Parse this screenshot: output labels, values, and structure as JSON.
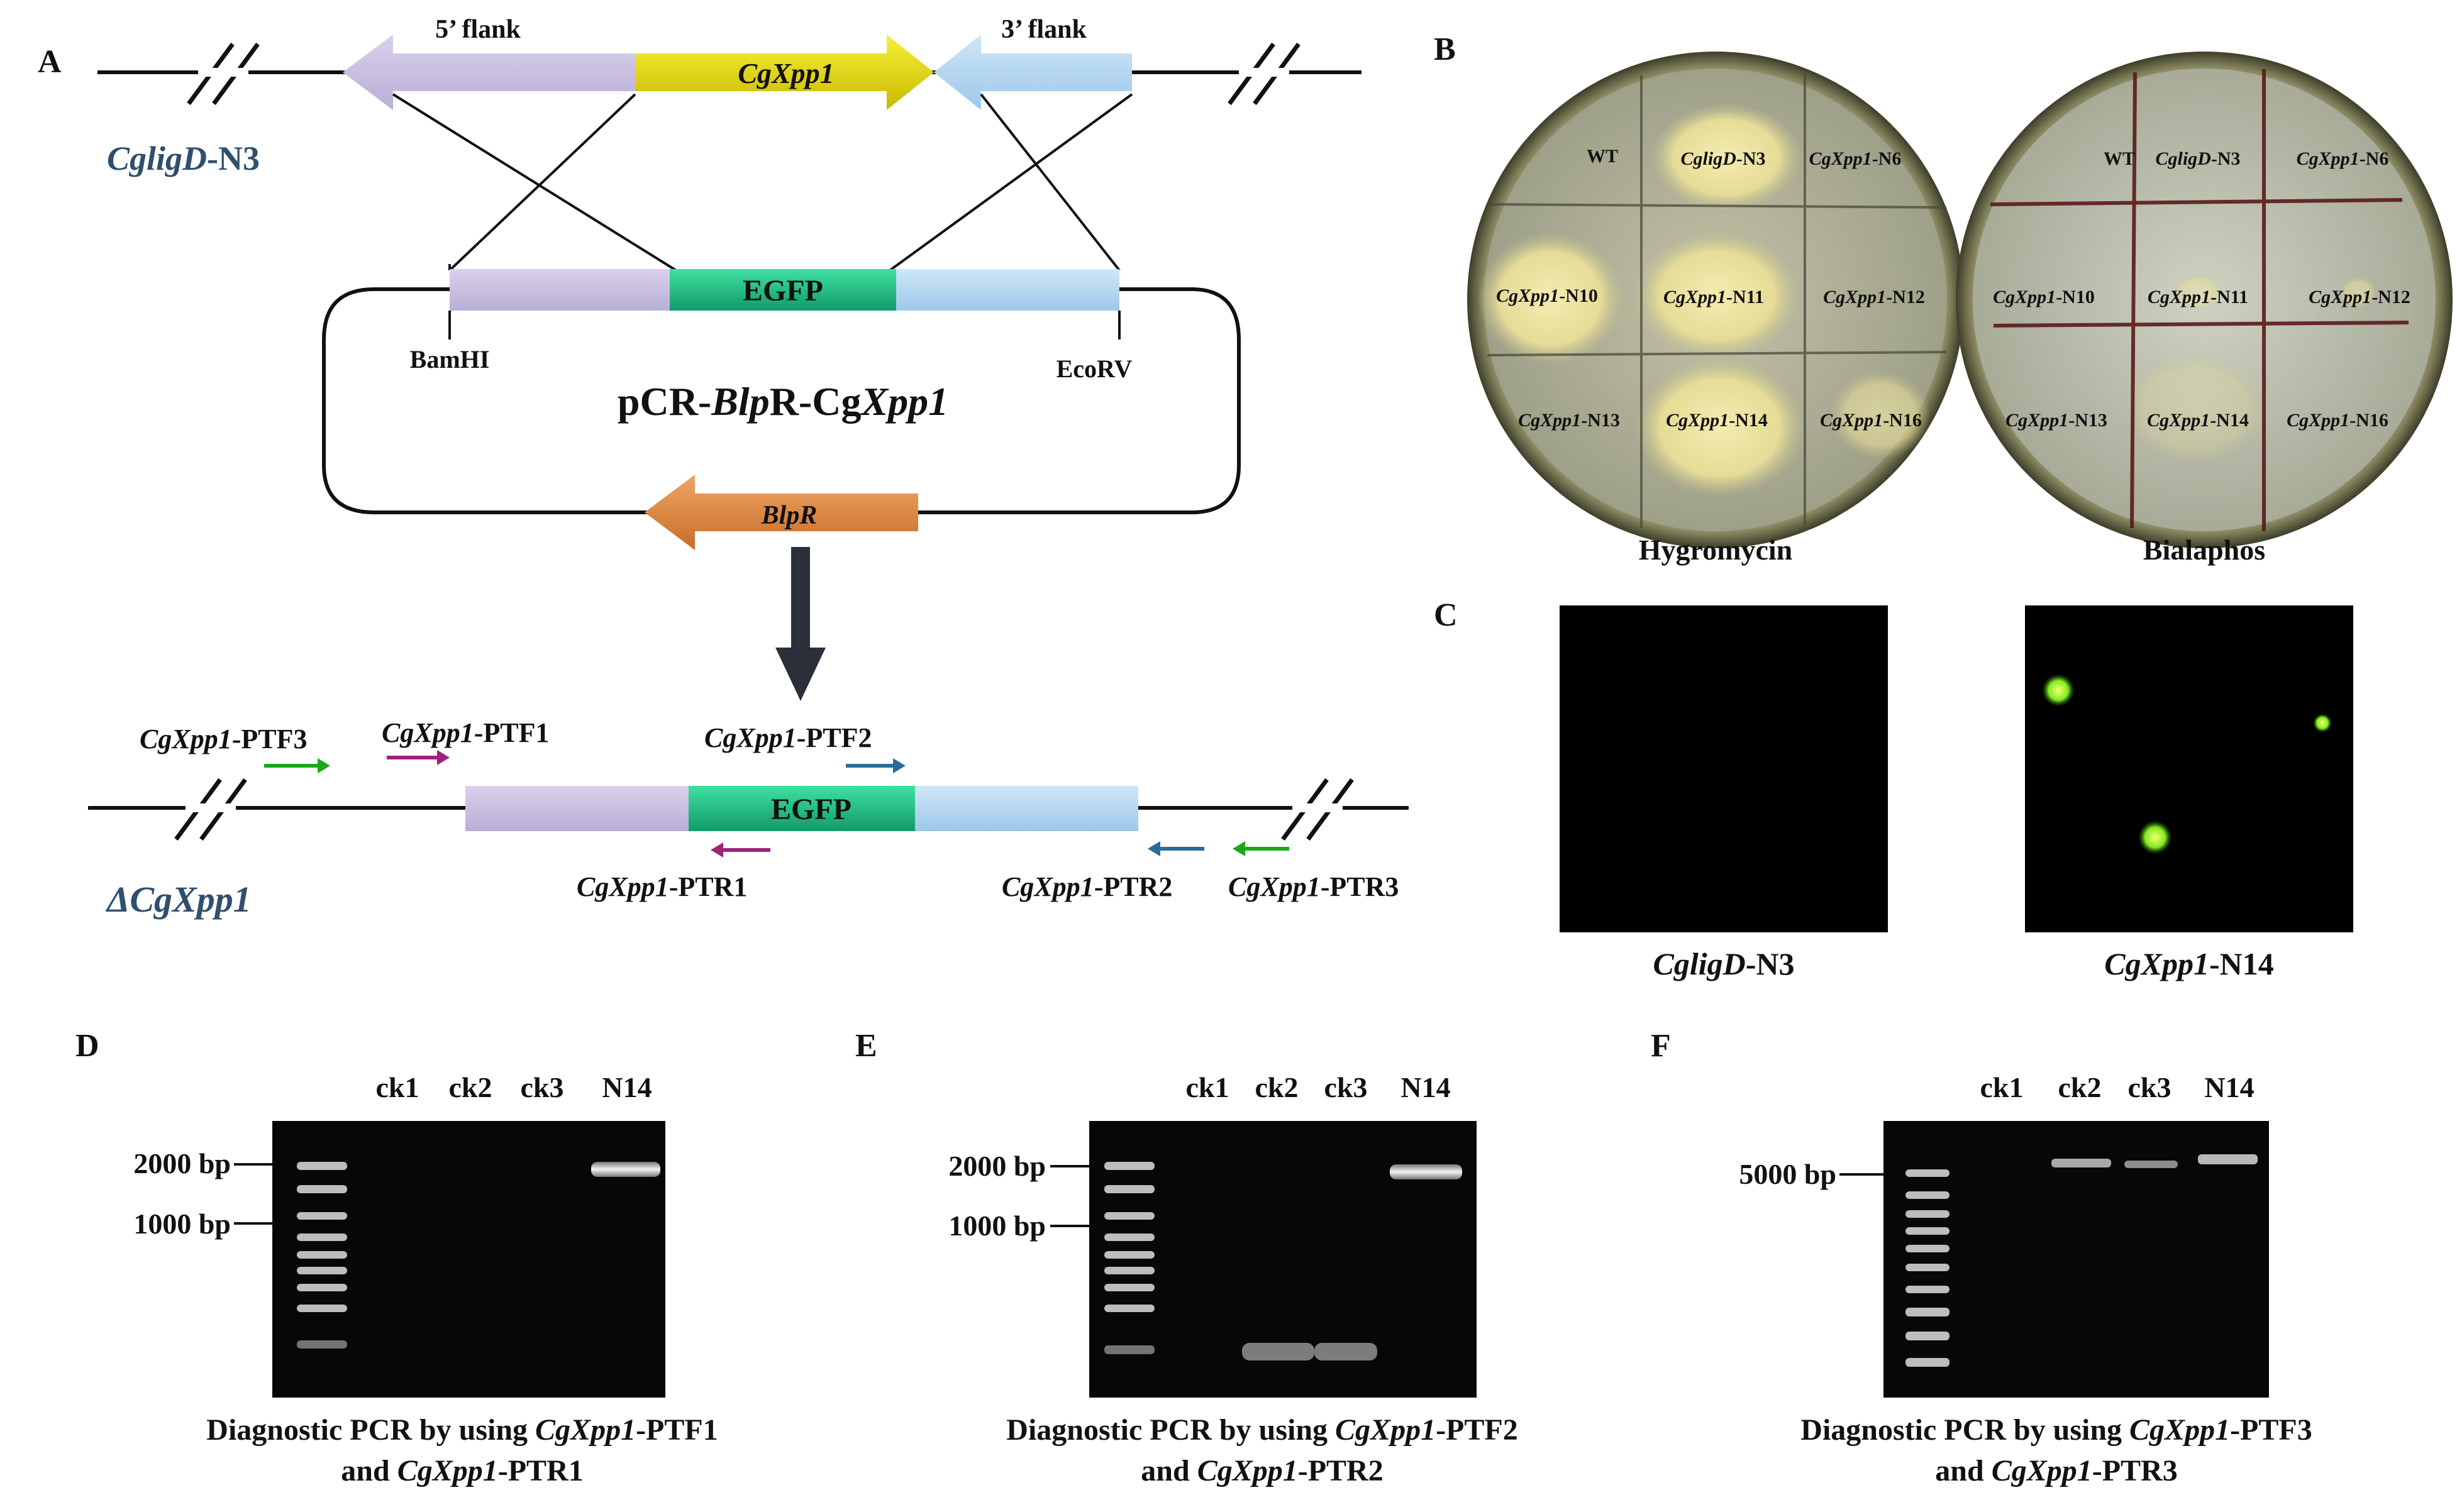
{
  "panel_labels": {
    "a": "A",
    "b": "B",
    "c": "C",
    "d": "D",
    "e": "E",
    "f": "F"
  },
  "panel_a": {
    "flank5": "5’ flank",
    "flank3": "3’ flank",
    "gene": "CgXpp1",
    "strain_a": "CgligD",
    "strain_b": "-N3",
    "egfp": "EGFP",
    "bam": "BamHI",
    "eco": "EcoRV",
    "vec_a": "pCR-",
    "vec_b": "Blp",
    "vec_c": "R-Cg",
    "vec_d": "Xpp1",
    "blpr": "BlpR",
    "primer_gene": "CgXpp1",
    "ptf3": "-PTF3",
    "ptf1": "-PTF1",
    "ptf2": "-PTF2",
    "ptr1": "-PTR1",
    "ptr2": "-PTR2",
    "ptr3": "-PTR3",
    "mutant": "ΔCgXpp1"
  },
  "colors": {
    "flank5": "#c7bde0",
    "gene": "#f4ee00",
    "flank3": "#b3d7f1",
    "egfp": "#1fcc8c",
    "blpr": "#e08840",
    "arrow_green": "#1aa81a",
    "arrow_magenta": "#a0207a",
    "arrow_blue": "#2a6b9a",
    "strain_blue": "#2f4f6e"
  },
  "panel_b": {
    "plates": [
      {
        "caption": "Hygromycin",
        "wt": "WT",
        "n3a": "CgligD",
        "n3b": "-N3",
        "g": "CgXpp1",
        "s6": "-N6",
        "s10": "-N10",
        "s11": "-N11",
        "s12": "-N12",
        "s13": "-N13",
        "s14": "-N14",
        "s16": "-N16"
      },
      {
        "caption": "Bialaphos",
        "wt": "WT",
        "n3a": "CgligD",
        "n3b": "-N3",
        "g": "CgXpp1",
        "s6": "-N6",
        "s10": "-N10",
        "s11": "-N11",
        "s12": "-N12",
        "s13": "-N13",
        "s14": "-N14",
        "s16": "-N16"
      }
    ]
  },
  "panel_c": {
    "img1_a": "CgligD",
    "img1_b": "-N3",
    "img2_a": "CgXpp1",
    "img2_b": "-N14"
  },
  "gels": [
    {
      "lanes": [
        "ck1",
        "ck2",
        "ck3",
        "N14"
      ],
      "m1": "2000 bp",
      "m2": "1000 bp",
      "cap1": "Diagnostic PCR by using ",
      "cap_gene": "CgXpp1",
      "cap_p1": "-PTF1",
      "cap2": "and ",
      "cap_p2": "-PTR1"
    },
    {
      "lanes": [
        "ck1",
        "ck2",
        "ck3",
        "N14"
      ],
      "m1": "2000 bp",
      "m2": "1000 bp",
      "cap1": "Diagnostic PCR by using ",
      "cap_gene": "CgXpp1",
      "cap_p1": "-PTF2",
      "cap2": "and ",
      "cap_p2": "-PTR2"
    },
    {
      "lanes": [
        "ck1",
        "ck2",
        "ck3",
        "N14"
      ],
      "m1": "5000 bp",
      "cap1": "Diagnostic PCR by using ",
      "cap_gene": "CgXpp1",
      "cap_p1": "-PTF3",
      "cap2": "and ",
      "cap_p2": "-PTR3"
    }
  ]
}
